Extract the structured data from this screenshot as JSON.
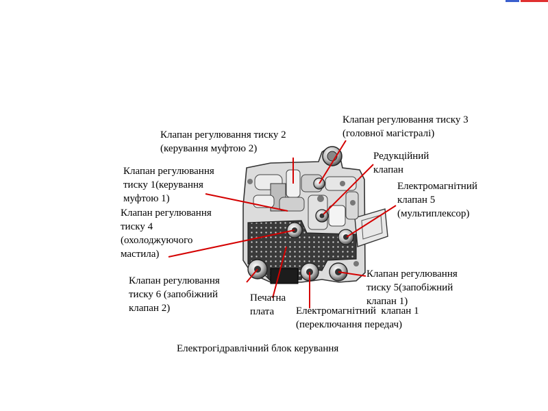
{
  "labels": {
    "pv3": [
      "Клапан регулювання тиску 3",
      "(головної магістралі)"
    ],
    "pv2": [
      "Клапан регулювання тиску 2",
      "(керування муфтою 2)"
    ],
    "reduct": [
      "Редукційний",
      "клапан"
    ],
    "pv1": [
      "Клапан регулювання",
      "тиску 1(керування",
      "муфтою 1)"
    ],
    "sol5": [
      "Електромагнітний",
      "клапан 5",
      "(мультиплексор)"
    ],
    "pv4": [
      "Клапан регулювання",
      "тиску 4",
      "(охолоджуючого",
      "мастила)"
    ],
    "pv5": [
      "Клапан регулювання",
      "тиску 5(запобіжний",
      "клапан 1)"
    ],
    "pv6": [
      "Клапан регулювання",
      "тиску 6 (запобіжний",
      "клапан 2)"
    ],
    "pcb": [
      "Печатна",
      "плата"
    ],
    "sol1": [
      "Електромагнітний  клапан 1",
      "(переключання передач)"
    ]
  },
  "caption": "Електрогідравлічний блок керування",
  "colors": {
    "leader": "#d40000",
    "topbar_a": "#3a5fcd",
    "topbar_b": "#e03030"
  }
}
